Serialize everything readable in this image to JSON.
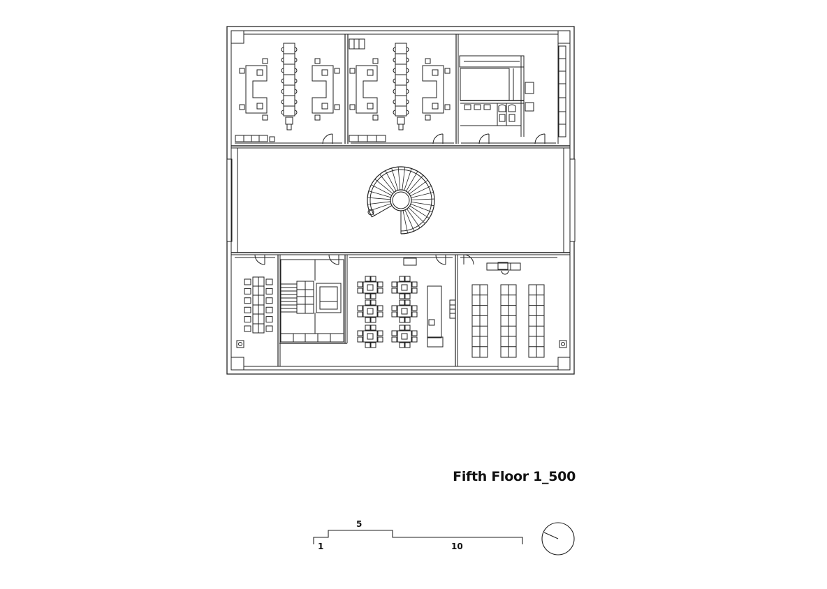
{
  "drawing": {
    "title": "Fifth Floor 1_500",
    "scale_labels": {
      "one": "1",
      "five": "5",
      "ten": "10"
    }
  },
  "colors": {
    "line": "#222222",
    "background": "#ffffff"
  }
}
